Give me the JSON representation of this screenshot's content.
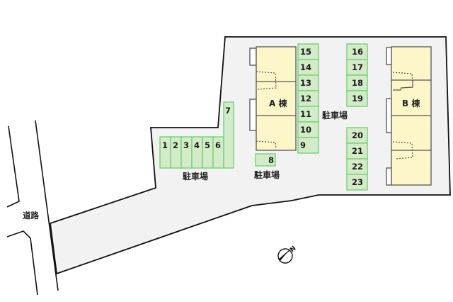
{
  "colors": {
    "lot_fill": "#f2f2f2",
    "lot_stroke": "#111111",
    "spot_fill": "#d3ebc9",
    "spot_stroke": "#6bd16b",
    "building_fill": "#fdf6c8",
    "building_stroke": "#555555"
  },
  "road": {
    "label": "道路"
  },
  "parking_labels": [
    {
      "id": "west",
      "label": "駐車場"
    },
    {
      "id": "middle",
      "label": "駐車場"
    },
    {
      "id": "center",
      "label": "駐車場"
    }
  ],
  "buildings": [
    {
      "id": "A",
      "label": "A 棟"
    },
    {
      "id": "B",
      "label": "B 棟"
    }
  ],
  "spots": [
    {
      "num": "1"
    },
    {
      "num": "2"
    },
    {
      "num": "3"
    },
    {
      "num": "4"
    },
    {
      "num": "5"
    },
    {
      "num": "6"
    },
    {
      "num": "7"
    },
    {
      "num": "8"
    },
    {
      "num": "9"
    },
    {
      "num": "10"
    },
    {
      "num": "11"
    },
    {
      "num": "12"
    },
    {
      "num": "13"
    },
    {
      "num": "14"
    },
    {
      "num": "15"
    },
    {
      "num": "16"
    },
    {
      "num": "17"
    },
    {
      "num": "18"
    },
    {
      "num": "19"
    },
    {
      "num": "20"
    },
    {
      "num": "21"
    },
    {
      "num": "22"
    },
    {
      "num": "23"
    }
  ],
  "compass": {
    "label": "N"
  }
}
